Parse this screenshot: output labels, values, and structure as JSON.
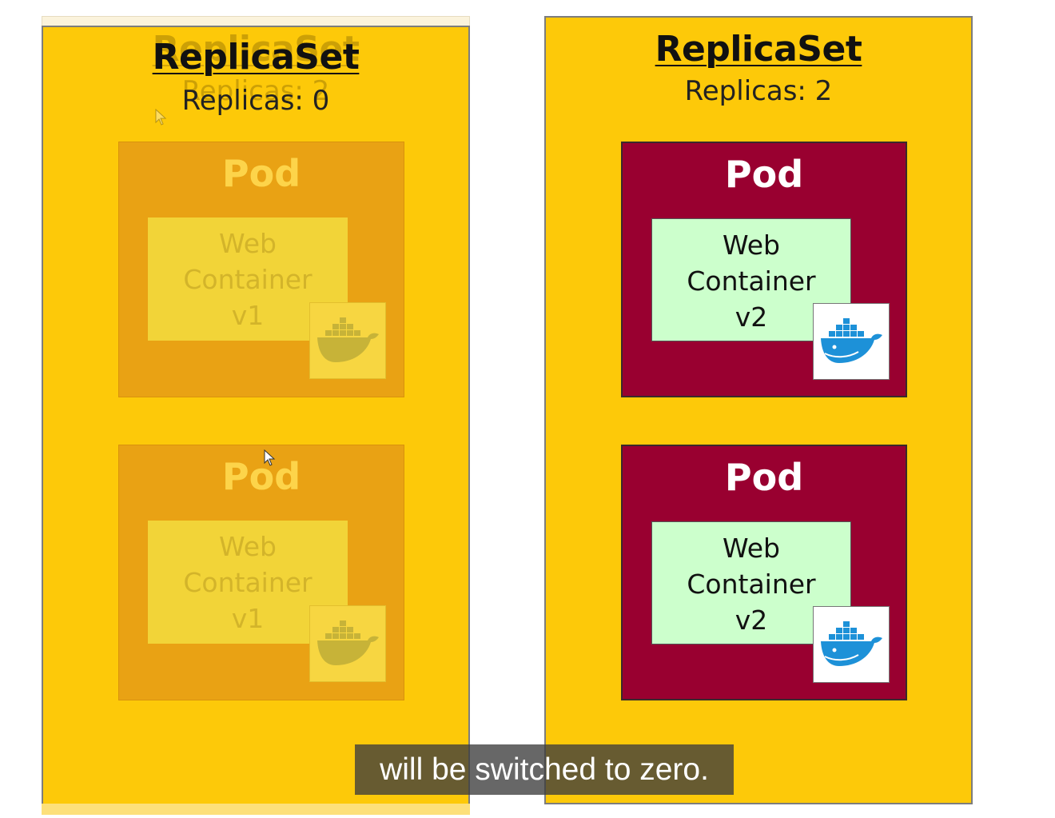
{
  "left_replicaset": {
    "title": "ReplicaSet",
    "replicas_label": "Replicas: 0",
    "ghost_title": "ReplicaSet",
    "ghost_replicas_label": "Replicas: 2",
    "pods": [
      {
        "title": "Pod",
        "container": [
          "Web",
          "Container",
          "v1"
        ]
      },
      {
        "title": "Pod",
        "container": [
          "Web",
          "Container",
          "v1"
        ]
      }
    ]
  },
  "right_replicaset": {
    "title": "ReplicaSet",
    "replicas_label": "Replicas: 2",
    "pods": [
      {
        "title": "Pod",
        "container": [
          "Web",
          "Container",
          "v2"
        ]
      },
      {
        "title": "Pod",
        "container": [
          "Web",
          "Container",
          "v2"
        ]
      }
    ]
  },
  "caption": "will be switched to zero.",
  "icons": {
    "container_badge": "docker-whale-icon",
    "pointer": "mouse-cursor-icon"
  },
  "colors": {
    "replicaset_bg": "#fdc909",
    "pod_active": "#990030",
    "pod_faded": "#e9a214",
    "container_active": "#ccffcc",
    "container_faded": "#f2d438",
    "docker_blue": "#1d91d8"
  }
}
